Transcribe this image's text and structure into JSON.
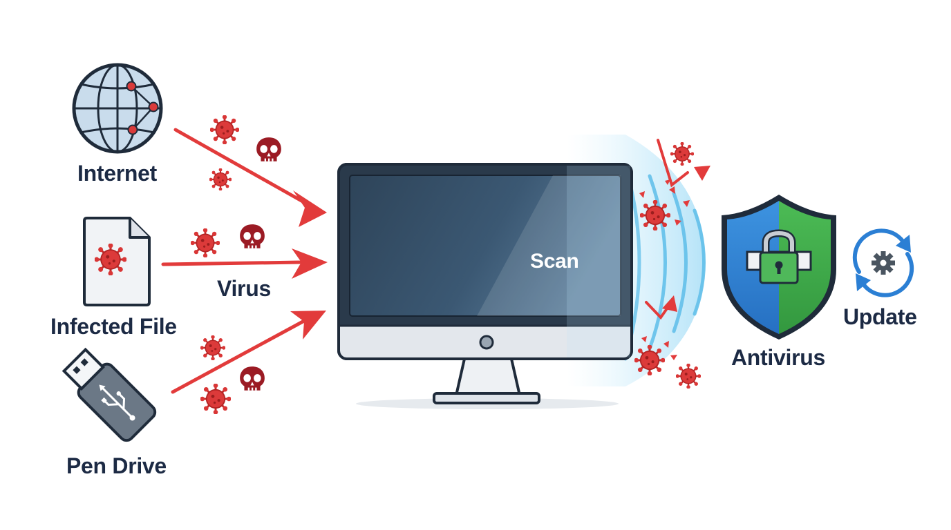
{
  "sources": {
    "internet": "Internet",
    "infected_file": "Infected File",
    "pen_drive": "Pen Drive"
  },
  "threat_label": "Virus",
  "computer": {
    "screen_label": "Scan"
  },
  "protection": {
    "label": "Antivirus",
    "update_label": "Update"
  },
  "icons": [
    "globe-icon",
    "infected-file-icon",
    "usb-drive-icon",
    "virus-icon",
    "skull-icon",
    "monitor-icon",
    "shield-lock-icon",
    "update-icon"
  ],
  "colors": {
    "threat": "#e23b3b",
    "outline": "#1f2b3a",
    "screen": "#2e4256",
    "shield_blue": "#2b7fd4",
    "shield_green": "#3fae4a",
    "scan_wave": "#6ec8f0"
  }
}
